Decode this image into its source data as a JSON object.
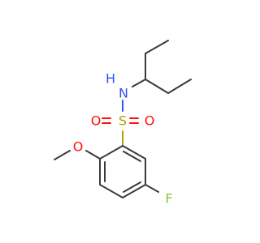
{
  "atoms": {
    "nitrogen": {
      "symbol": "N",
      "hydrogen": "H"
    },
    "sulfur": {
      "symbol": "S"
    },
    "oxygen_left": {
      "symbol": "O"
    },
    "oxygen_right": {
      "symbol": "O"
    },
    "oxygen_methoxy": {
      "symbol": "O"
    },
    "fluorine": {
      "symbol": "F"
    }
  },
  "colors": {
    "carbon_bond": "#3a3a3a",
    "nitrogen": "#3050f8",
    "sulfur": "#b2a000",
    "oxygen": "#ff0d0d",
    "fluorine": "#90c040"
  }
}
